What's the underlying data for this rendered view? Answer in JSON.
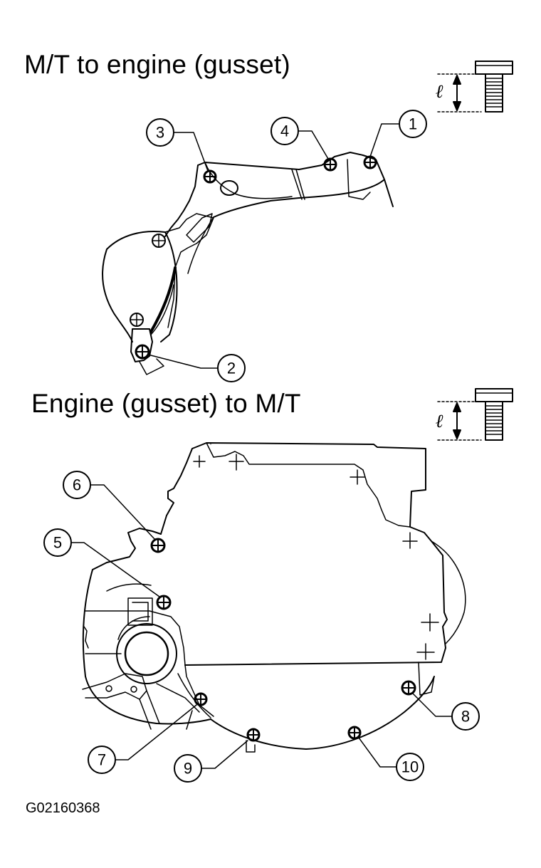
{
  "diagram": {
    "top_title": "M/T to engine (gusset)",
    "bottom_title": "Engine (gusset) to M/T",
    "length_symbol": "ℓ",
    "figure_code": "G02160368",
    "callouts": [
      {
        "number": "1"
      },
      {
        "number": "2"
      },
      {
        "number": "3"
      },
      {
        "number": "4"
      },
      {
        "number": "5"
      },
      {
        "number": "6"
      },
      {
        "number": "7"
      },
      {
        "number": "8"
      },
      {
        "number": "9"
      },
      {
        "number": "10"
      }
    ]
  }
}
